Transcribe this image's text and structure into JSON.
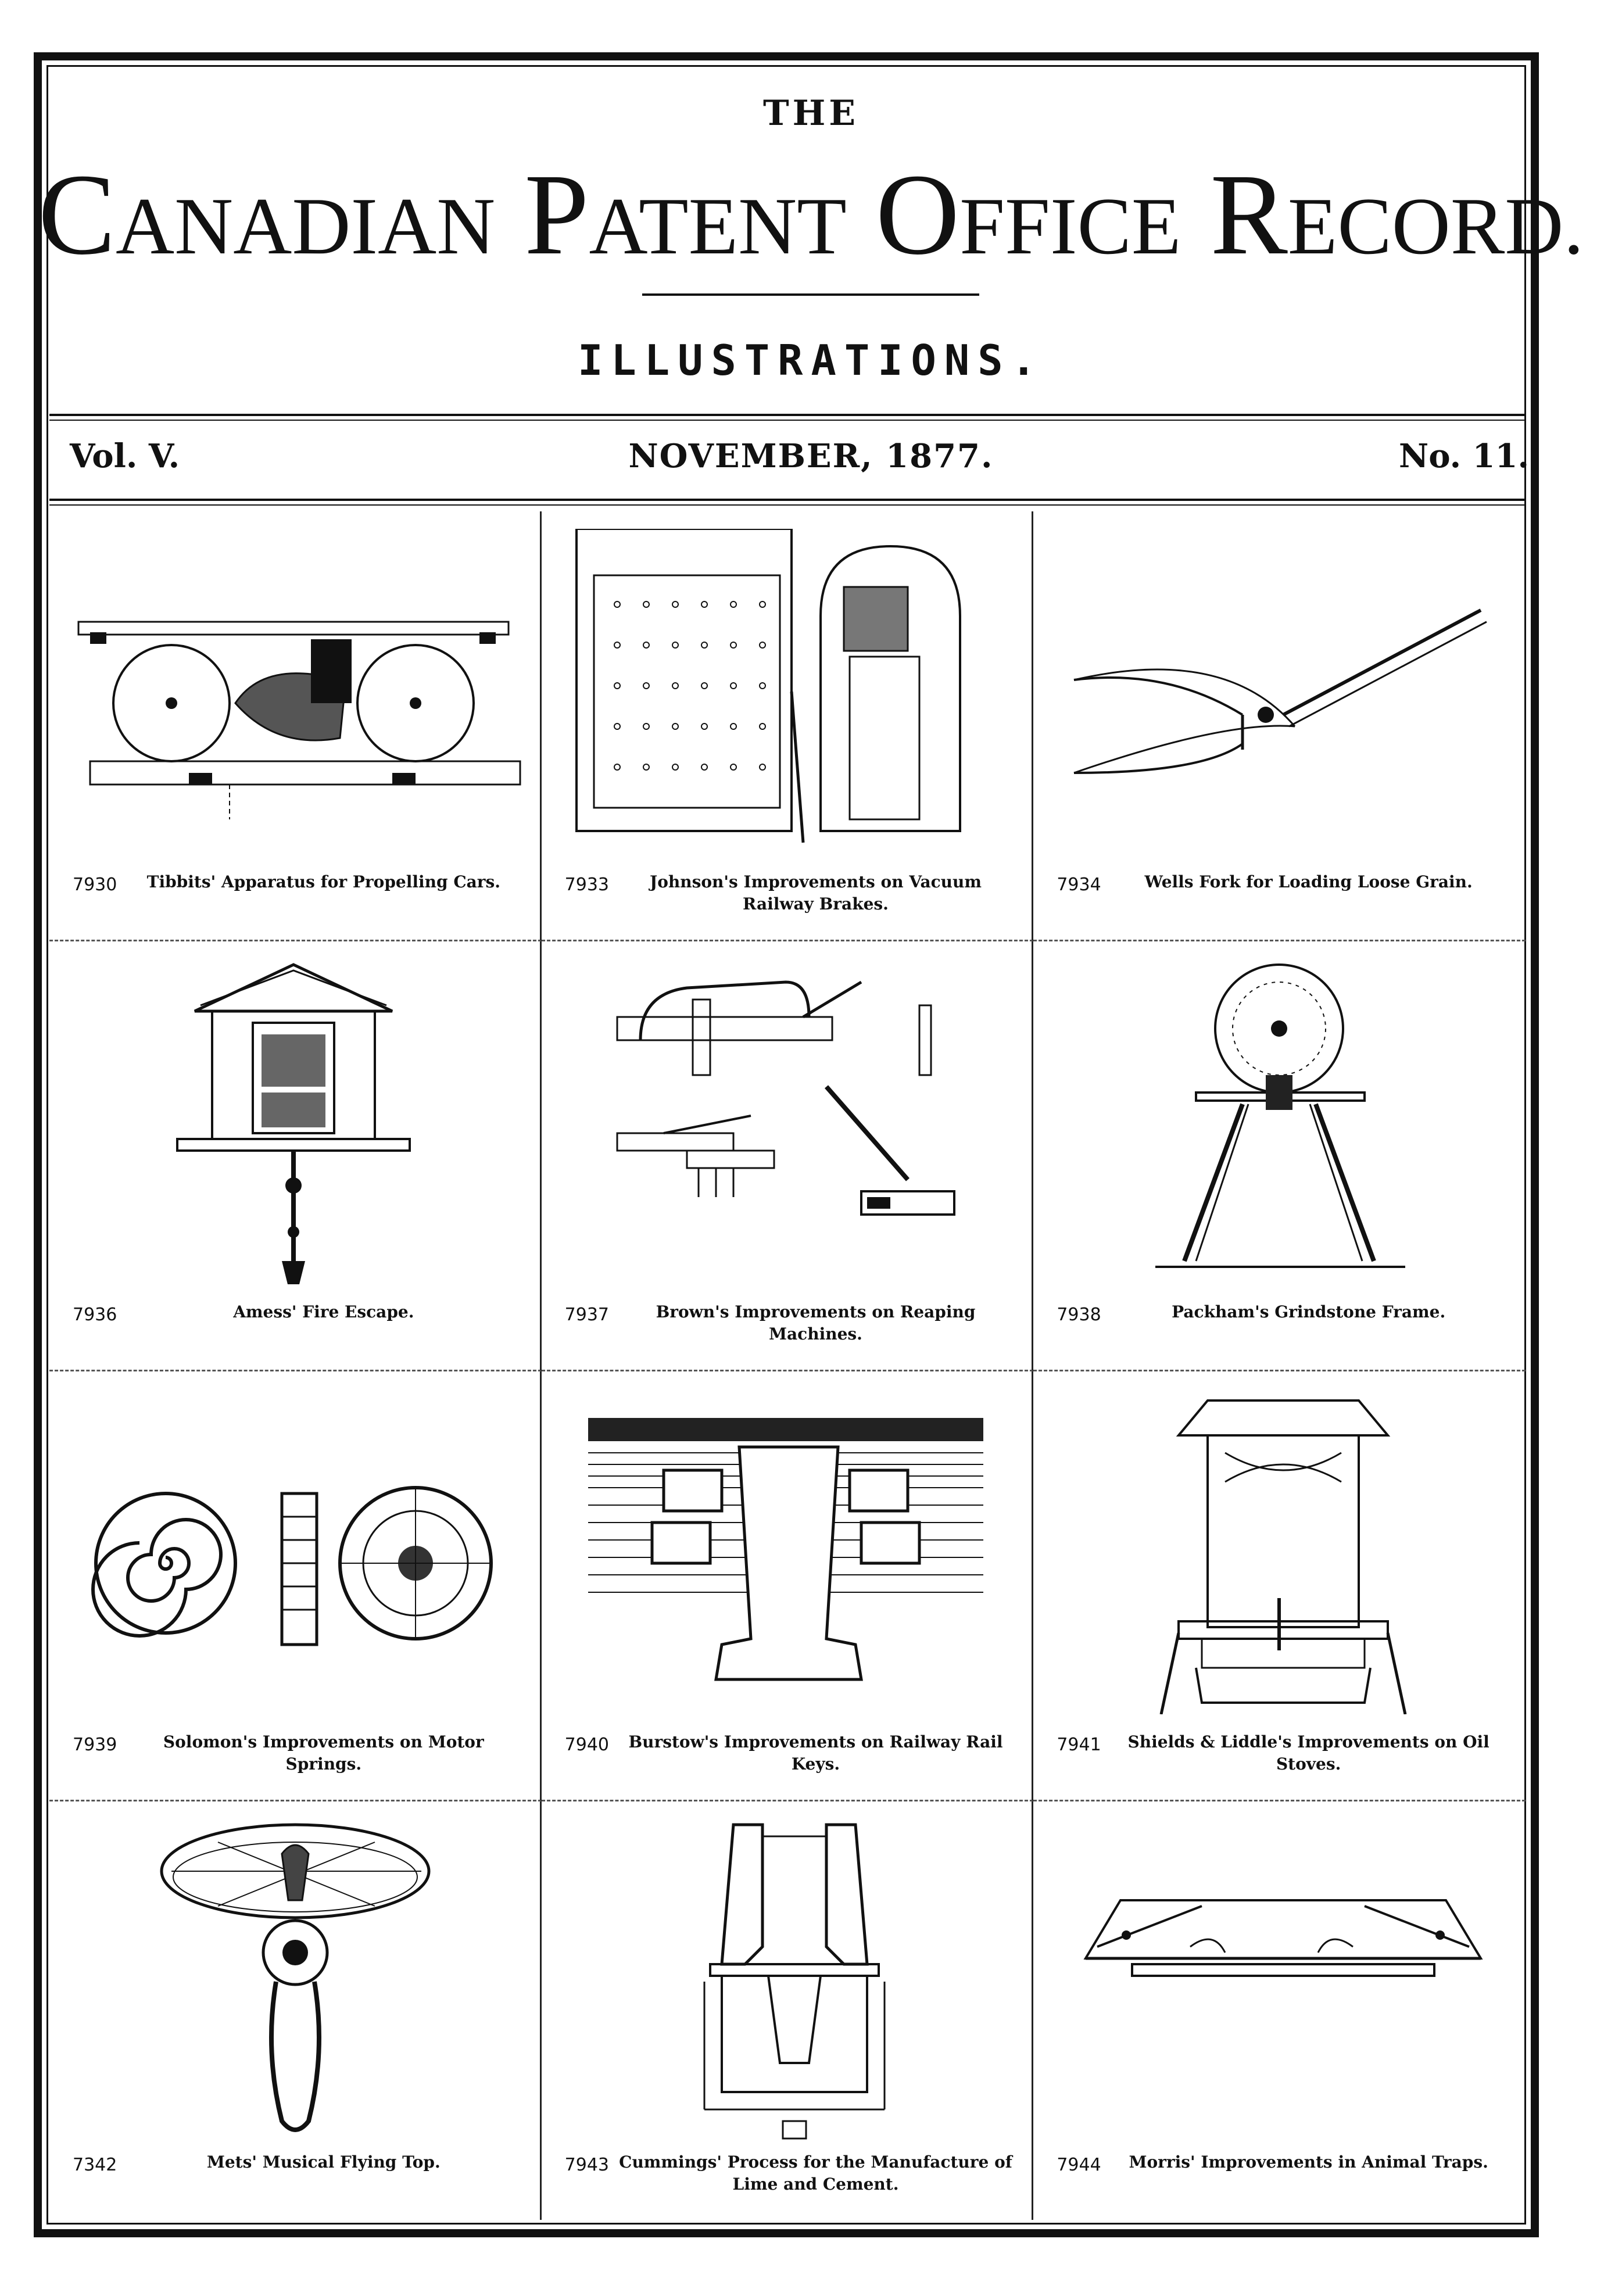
{
  "header": {
    "the": "THE",
    "title_part1_cap": "C",
    "title_part1_rest": "ANADIAN",
    "title_part2_cap": "P",
    "title_part2_rest": "ATENT",
    "title_part3_cap": "O",
    "title_part3_rest": "FFICE",
    "title_part4_cap": "R",
    "title_part4_rest": "ECORD.",
    "subtitle": "ILLUSTRATIONS.",
    "volume": "Vol. V.",
    "date": "NOVEMBER, 1877.",
    "number": "No. 11."
  },
  "figures": [
    {
      "number": "7930",
      "caption": "Tibbits' Apparatus for Propelling Cars.",
      "icon": "rail-car-drawing-icon"
    },
    {
      "number": "7933",
      "caption": "Johnson's Improvements on Vacuum Railway Brakes.",
      "icon": "vacuum-brake-drawing-icon"
    },
    {
      "number": "7934",
      "caption": "Wells Fork for Loading Loose Grain.",
      "icon": "grain-fork-drawing-icon"
    },
    {
      "number": "7936",
      "caption": "Amess' Fire Escape.",
      "icon": "fire-escape-drawing-icon"
    },
    {
      "number": "7937",
      "caption": "Brown's Improvements on Reaping Machines.",
      "icon": "reaping-machine-drawing-icon"
    },
    {
      "number": "7938",
      "caption": "Packham's Grindstone Frame.",
      "icon": "grindstone-frame-drawing-icon"
    },
    {
      "number": "7939",
      "caption": "Solomon's Improvements on Motor Springs.",
      "icon": "motor-spring-drawing-icon"
    },
    {
      "number": "7940",
      "caption": "Burstow's Improvements on Railway Rail Keys.",
      "icon": "rail-key-drawing-icon"
    },
    {
      "number": "7941",
      "caption": "Shields & Liddle's Improvements on Oil Stoves.",
      "icon": "oil-stove-drawing-icon"
    },
    {
      "number": "7342",
      "caption": "Mets' Musical Flying Top.",
      "icon": "flying-top-drawing-icon"
    },
    {
      "number": "7943",
      "caption": "Cummings' Process for the Manufacture of Lime and Cement.",
      "icon": "lime-kiln-drawing-icon"
    },
    {
      "number": "7944",
      "caption": "Morris' Improvements in Animal Traps.",
      "icon": "animal-trap-drawing-icon"
    }
  ]
}
